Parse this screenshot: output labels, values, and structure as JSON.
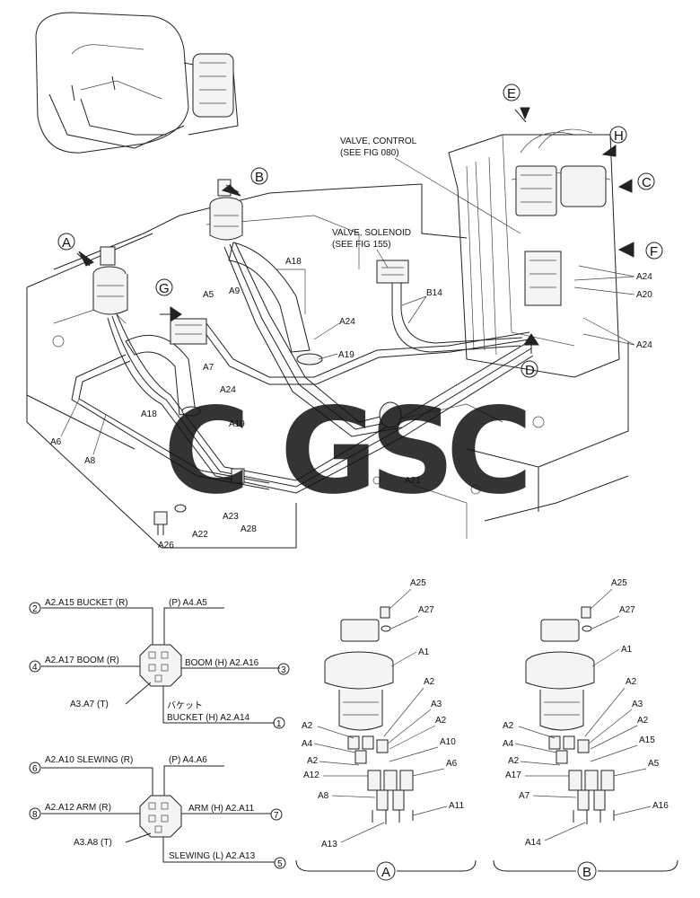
{
  "diagram": {
    "part_labels": {
      "A1": "A1",
      "A2": "A2",
      "A3": "A3",
      "A4": "A4",
      "A5": "A5",
      "A6": "A6",
      "A7": "A7",
      "A8": "A8",
      "A9": "A9",
      "A10": "A10",
      "A11": "A11",
      "A12": "A12",
      "A13": "A13",
      "A14": "A14",
      "A15": "A15",
      "A16": "A16",
      "A17": "A17",
      "A18": "A18",
      "A19": "A19",
      "A20": "A20",
      "A21": "A21",
      "A22": "A22",
      "A23": "A23",
      "A24": "A24",
      "A25": "A25",
      "A26": "A26",
      "A27": "A27",
      "A28": "A28",
      "B14": "B14"
    },
    "view_letters": {
      "A": "A",
      "B": "B",
      "C": "C",
      "D": "D",
      "E": "E",
      "F": "F",
      "G": "G",
      "H": "H"
    },
    "callouts": {
      "control_valve_1": "VALVE, CONTROL",
      "control_valve_2": "(SEE FIG 080)",
      "solenoid_valve_1": "VALVE, SOLENOID",
      "solenoid_valve_2": "(SEE FIG 155)"
    },
    "port_map_a": {
      "p2": "A2.A15 BUCKET (R)",
      "p_top": "(P) A4.A5",
      "p4": "A2.A17 BOOM (R)",
      "p3": "BOOM (H) A2.A16",
      "p_t": "A3.A7 (T)",
      "p1_jp": "バケット",
      "p1": "BUCKET (H) A2.A14",
      "n1": "1",
      "n2": "2",
      "n3": "3",
      "n4": "4"
    },
    "port_map_b": {
      "p6": "A2.A10 SLEWING (R)",
      "p_top": "(P) A4.A6",
      "p8": "A2.A12 ARM (R)",
      "p7": "ARM (H) A2.A11",
      "p_t": "A3.A8 (T)",
      "p5": "SLEWING (L) A2.A13",
      "n5": "5",
      "n6": "6",
      "n7": "7",
      "n8": "8"
    },
    "watermark": {
      "letters": [
        "C",
        "G",
        "S",
        "C"
      ],
      "colors": [
        "#4a7fe6",
        "#ef4a3c",
        "#f6c026",
        "#1f9b5a"
      ]
    }
  }
}
